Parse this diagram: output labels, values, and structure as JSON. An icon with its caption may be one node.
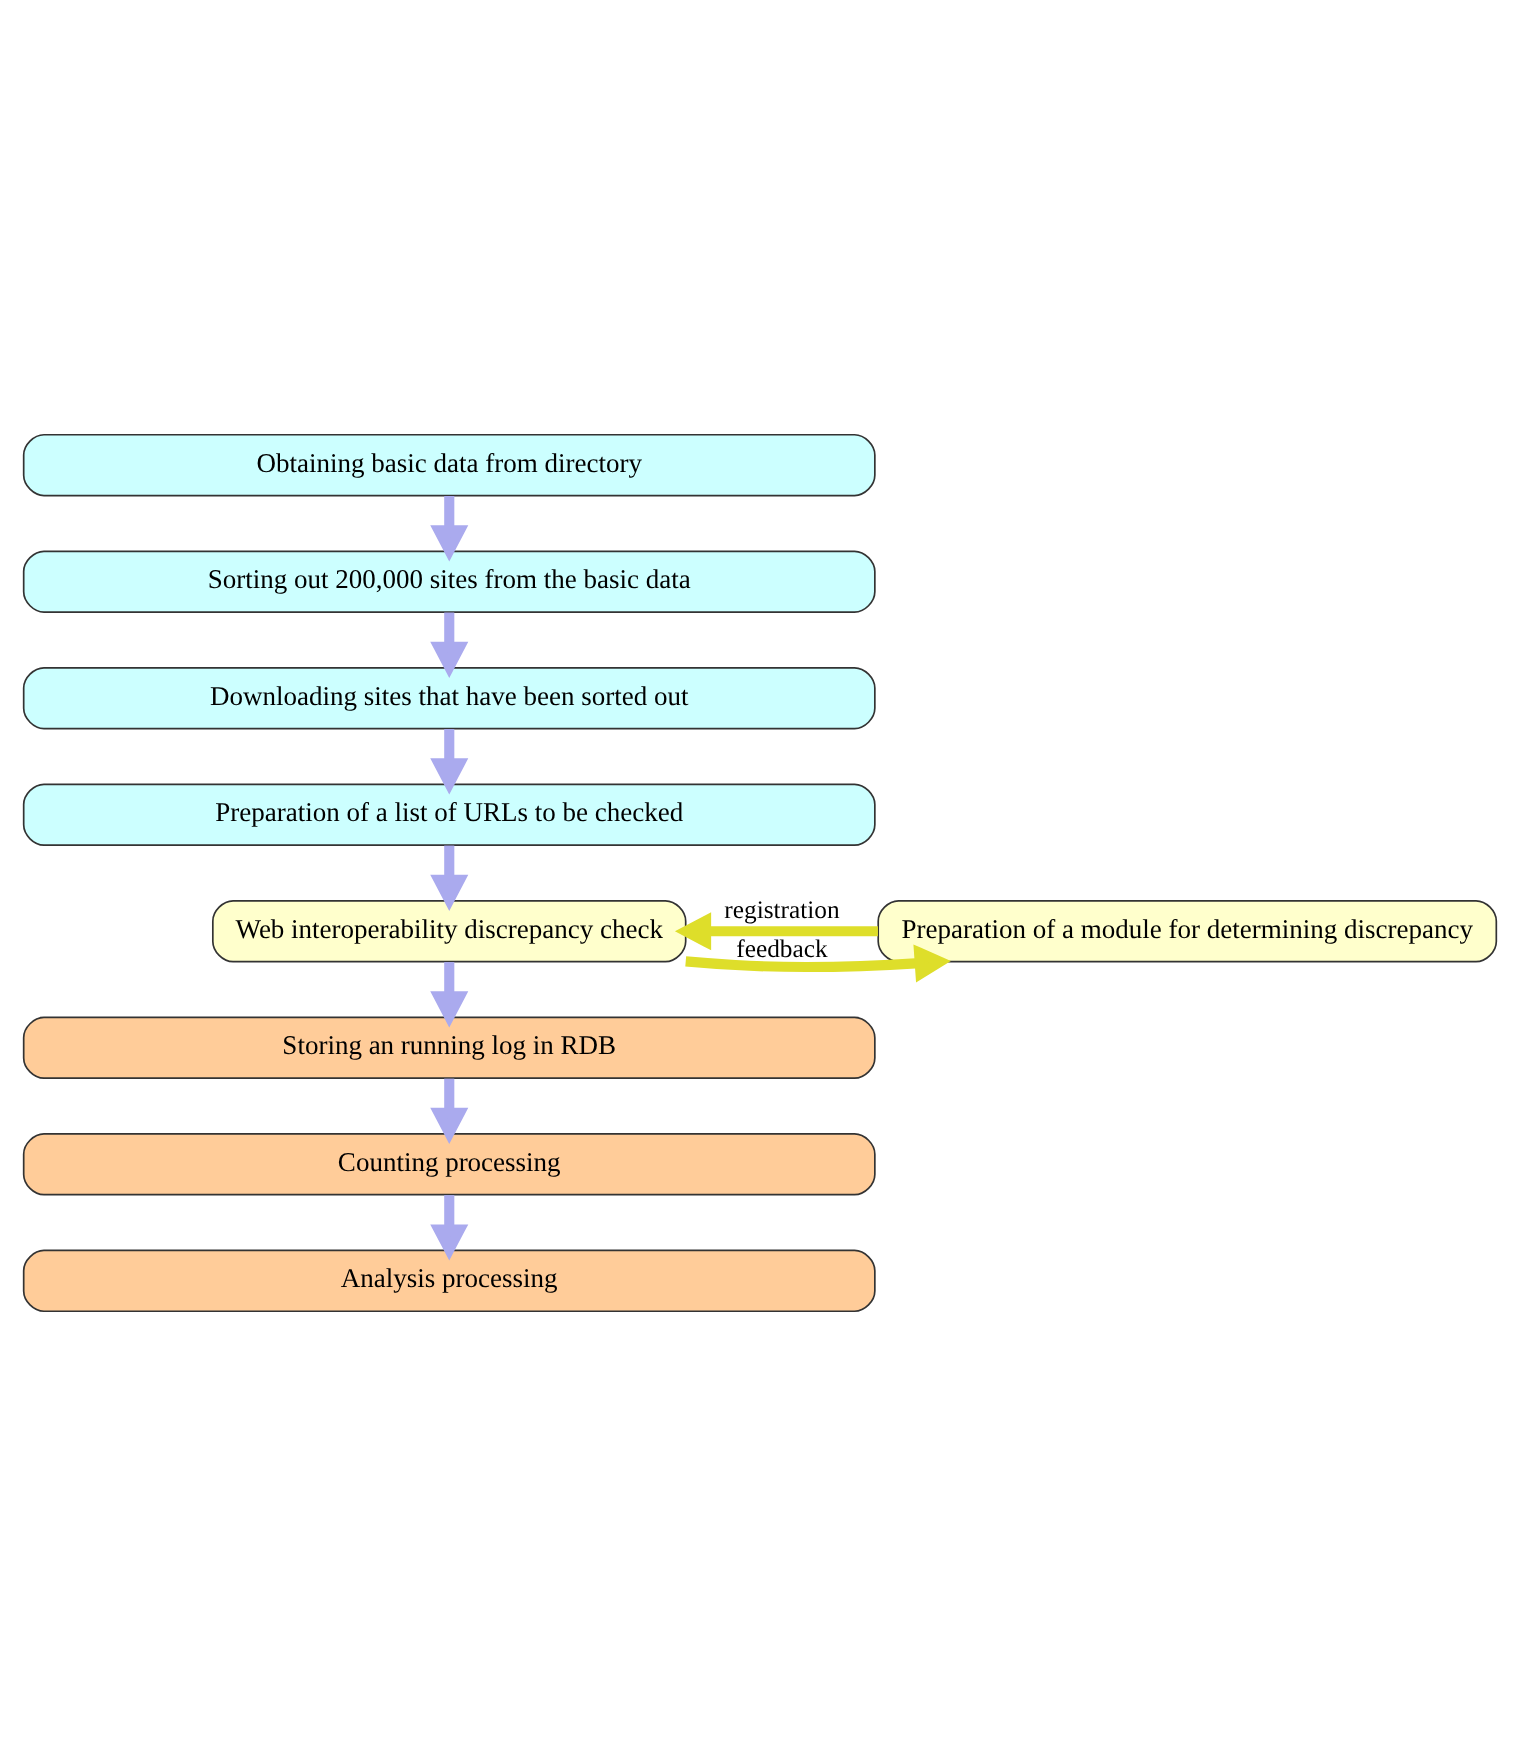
{
  "diagram": {
    "nodes": [
      {
        "text": [
          "Obtaining basic data from directory"
        ]
      },
      {
        "text": [
          "Sorting out 200,000 sites from the basic data"
        ]
      },
      {
        "text": [
          "Downloading sites that have been sorted out"
        ]
      },
      {
        "text": [
          "Preparation of a list of URLs to be checked"
        ]
      },
      {
        "text": [
          "Preparation of a module for determining discrepancy"
        ]
      },
      {
        "text": [
          "Web interoperability discrepancy check"
        ]
      },
      {
        "text": [
          "Storing an running log in RDB"
        ]
      },
      {
        "text": [
          "Counting processing"
        ]
      },
      {
        "text": [
          "Analysis processing"
        ]
      }
    ],
    "edges": [
      {
        "from": 0,
        "to": 1,
        "arrow": "to"
      },
      {
        "from": 1,
        "to": 2,
        "arrow": "to"
      },
      {
        "from": 2,
        "to": 3,
        "arrow": "to"
      },
      {
        "from": 3,
        "to": 5,
        "arrow": "to"
      },
      {
        "from": 4,
        "to": 5,
        "arrow": "to",
        "label": "registration",
        "color": "#dede2a"
      },
      {
        "from": 5,
        "to": 4,
        "arrow": "to",
        "label": "feedback",
        "color": "#dede2a"
      },
      {
        "from": 5,
        "to": 6,
        "arrow": "to"
      },
      {
        "from": 6,
        "to": 7,
        "arrow": "to"
      },
      {
        "from": 7,
        "to": 8,
        "arrow": "to"
      }
    ]
  }
}
